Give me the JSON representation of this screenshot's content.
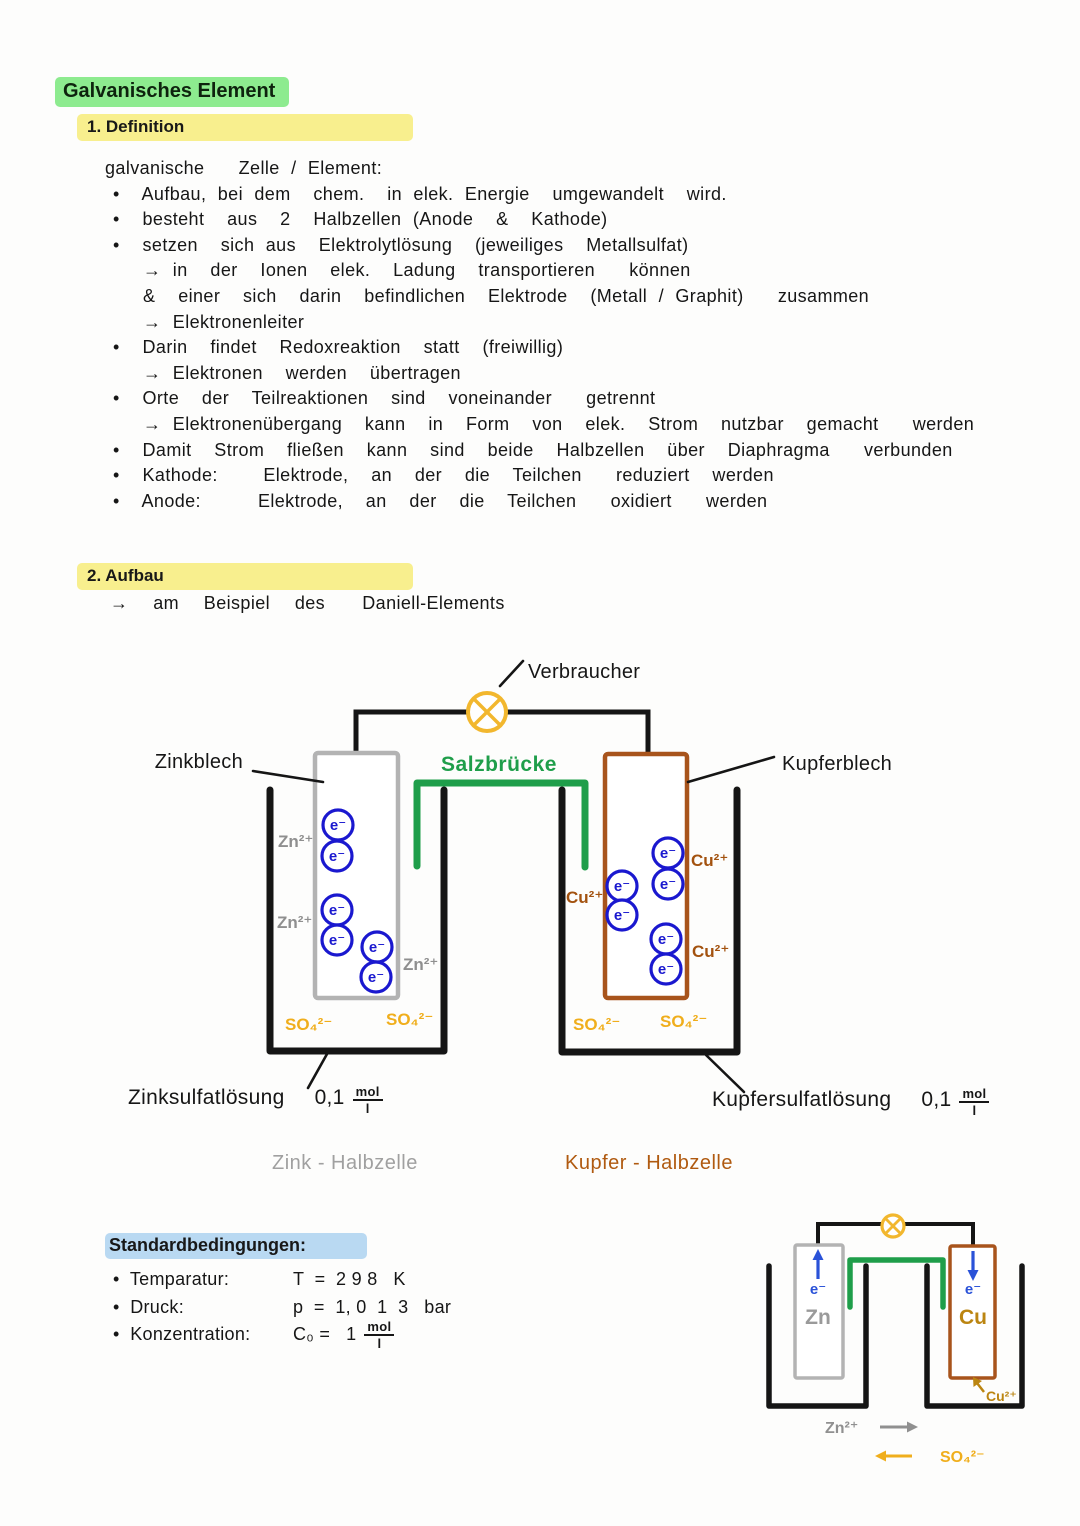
{
  "title": "Galvanisches Element",
  "sections": {
    "definition": {
      "heading": "1. Definition",
      "lines": [
        "galvanische   Zelle / Element:",
        "•  Aufbau, bei dem  chem.  in elek. Energie  umgewandelt  wird.",
        "•  besteht  aus  2  Halbzellen (Anode  &  Kathode)",
        "•  setzen  sich aus  Elektrolytlösung  (jeweiliges  Metallsulfat)",
        "→ in  der  Ionen  elek.  Ladung  transportieren   können",
        "&  einer  sich  darin  befindlichen  Elektrode  (Metall / Graphit)   zusammen",
        "→ Elektronenleiter",
        "•  Darin  findet  Redoxreaktion  statt  (freiwillig)",
        "→ Elektronen  werden  übertragen",
        "•  Orte  der  Teilreaktionen  sind  voneinander   getrennt",
        "→ Elektronenübergang  kann  in  Form  von  elek.  Strom  nutzbar  gemacht   werden",
        "•  Damit  Strom  fließen  kann  sind  beide  Halbzellen  über  Diaphragma   verbunden",
        "•  Kathode:    Elektrode,  an  der  die  Teilchen   reduziert  werden",
        "•  Anode:     Elektrode,  an  der  die  Teilchen   oxidiert   werden"
      ]
    },
    "aufbau": {
      "heading": "2. Aufbau",
      "subtitle": "→  am  Beispiel  des   Daniell-Elements"
    }
  },
  "diagram": {
    "verbraucher_label": "Verbraucher",
    "salzbruecke_label": "Salzbrücke",
    "zinkblech_label": "Zinkblech",
    "kupferblech_label": "Kupferblech",
    "ions": {
      "zn": "Zn²⁺",
      "cu": "Cu²⁺",
      "so4": "SO₄²⁻",
      "e": "e⁻"
    },
    "zinc_solution_label": "Zinksulfatlösung",
    "copper_solution_label": "Kupfersulfatlösung",
    "concentration_value": "0,1",
    "zinc_half_cell": "Zink - Halbzelle",
    "copper_half_cell": "Kupfer - Halbzelle"
  },
  "units": {
    "num": "mol",
    "den": "l"
  },
  "std": {
    "heading": "Standardbedingungen:",
    "rows": [
      {
        "label": "•  Temparatur:",
        "value": "T  =  2 9 8   K"
      },
      {
        "label": "•  Druck:",
        "value": "p  =  1, 0  1  3   bar"
      },
      {
        "label": "•  Konzentration:",
        "value": "C₀ =   1"
      }
    ]
  },
  "mini": {
    "zn": "Zn",
    "cu": "Cu",
    "e": "e⁻",
    "zn_ion": "Zn²⁺",
    "cu_ion": "Cu²⁺",
    "so4": "SO₄²⁻"
  },
  "colors": {
    "accent_green_highlight": "#8deb8f",
    "accent_yellow_highlight": "#f8ef8e",
    "accent_blue_highlight": "#b9d9f2",
    "salt_bridge_green": "#1f9e4a",
    "lamp_orange": "#f2b72e",
    "electron_blue": "#1a18cf",
    "zinc_gray": "#9a9a9a",
    "copper_brown": "#a8541c",
    "sulfate_orange": "#f0ae1c"
  }
}
